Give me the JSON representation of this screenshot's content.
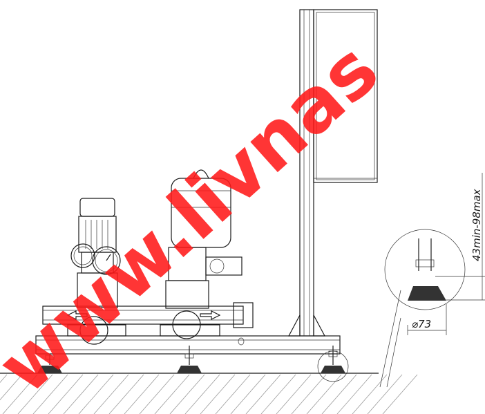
{
  "watermark": "www.livnas",
  "dimensions": {
    "height_range": "43min-98max",
    "diameter": "⌀73"
  },
  "colors": {
    "line": "#1a1a1a",
    "watermark": "#ff1a1a",
    "pad": "#333333"
  }
}
